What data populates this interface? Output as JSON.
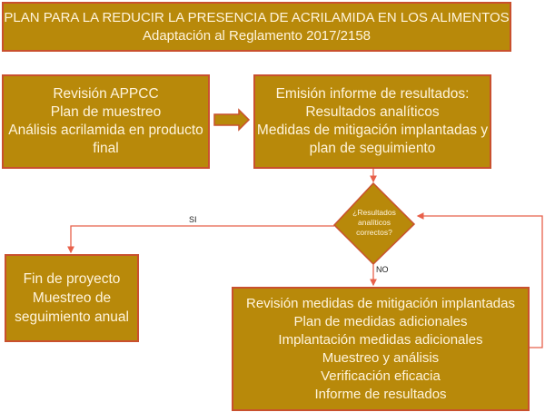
{
  "title": {
    "line1": "PLAN PARA LA REDUCIR LA PRESENCIA DE ACRILAMIDA EN LOS ALIMENTOS",
    "line2": "Adaptación al Reglamento 2017/2158"
  },
  "nodes": {
    "step1": {
      "lines": [
        "Revisión APPCC",
        "Plan de muestreo",
        "Análisis acrilamida en producto",
        "final"
      ]
    },
    "step2": {
      "lines": [
        "Emisión informe de resultados:",
        "Resultados analíticos",
        "Medidas de mitigación implantadas y",
        "plan de seguimiento"
      ]
    },
    "decision": {
      "lines": [
        "¿Resultados",
        "analíticos",
        "correctos?"
      ]
    },
    "end": {
      "lines": [
        "Fin de proyecto",
        "Muestreo de",
        "seguimiento anual"
      ]
    },
    "review": {
      "lines": [
        "Revisión medidas de mitigación implantadas",
        "Plan de medidas adicionales",
        "Implantación medidas adicionales",
        "Muestreo y análisis",
        "Verificación eficacia",
        "Informe de resultados"
      ]
    }
  },
  "edges": {
    "yes_label": "SI",
    "no_label": "NO"
  },
  "colors": {
    "box_fill": "#b8890a",
    "box_border": "#c9502e",
    "connector": "#e8604a",
    "text": "#fff4dc"
  }
}
